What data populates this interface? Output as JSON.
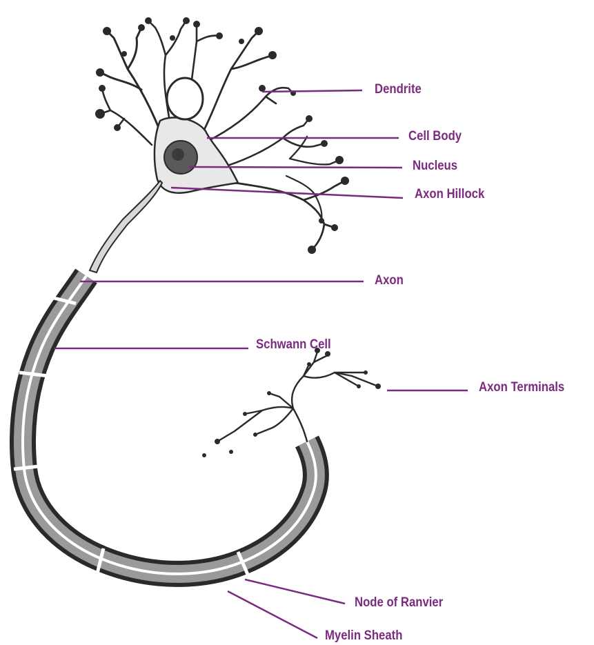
{
  "colors": {
    "accent": "#7b2a7f",
    "ink": "#2a2a2a",
    "shade": "#9a9a9a",
    "background": "#ffffff"
  },
  "labels": {
    "dendrite": "Dendrite",
    "cell_body": "Cell Body",
    "nucleus": "Nucleus",
    "axon_hillock": "Axon Hillock",
    "axon": "Axon",
    "schwann_cell": "Schwann Cell",
    "axon_terminals": "Axon Terminals",
    "node_of_ranvier": "Node of Ranvier",
    "myelin_sheath": "Myelin Sheath"
  }
}
